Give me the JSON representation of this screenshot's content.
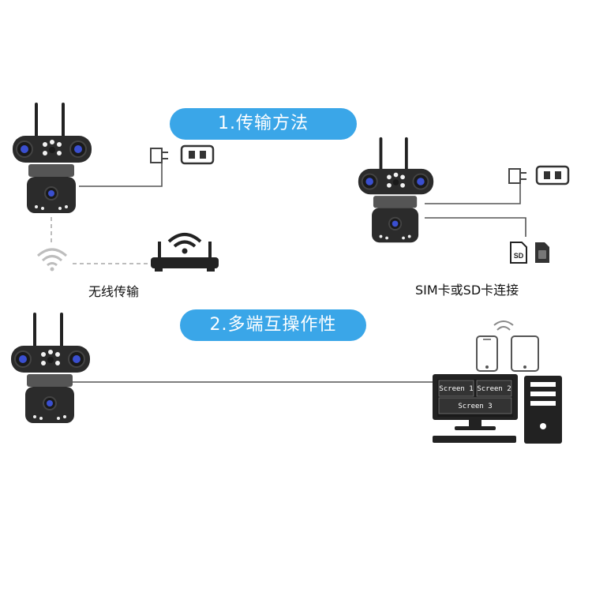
{
  "section1": {
    "title": "1.传输方法"
  },
  "section2": {
    "title": "2.多端互操作性"
  },
  "captions": {
    "wireless": "无线传输",
    "sim_sd": "SIM卡或SD卡连接"
  },
  "sd_card": {
    "label": "SD"
  },
  "monitor": {
    "screen1": "Screen 1",
    "screen2": "Screen 2",
    "screen3": "Screen 3"
  },
  "colors": {
    "pill": "#3aa6e8",
    "camera_body": "#2b2b2b",
    "line": "#555555",
    "dashed": "#bdbdbd"
  },
  "icons": [
    "camera",
    "power-adapter",
    "wifi",
    "router",
    "sd-card",
    "sim-card",
    "phone",
    "tablet",
    "computer-monitor",
    "pc-tower"
  ]
}
